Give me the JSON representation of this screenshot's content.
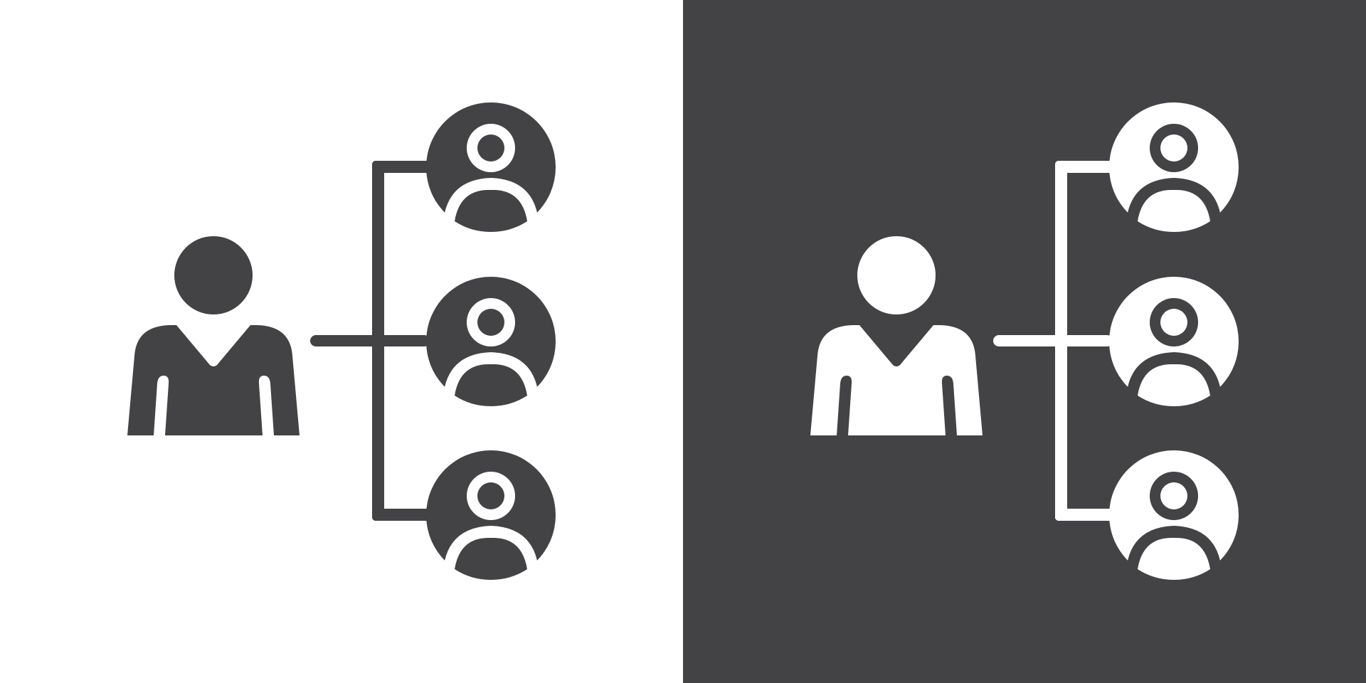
{
  "colors": {
    "dark": "#434345",
    "light": "#ffffff"
  },
  "panels": [
    {
      "variant": "light-background",
      "background": "#ffffff",
      "icon_color": "#434345",
      "icon": "team-hierarchy-icon"
    },
    {
      "variant": "dark-background",
      "background": "#434345",
      "icon_color": "#ffffff",
      "icon": "team-hierarchy-icon"
    }
  ],
  "hierarchy": {
    "leader_icon": "person-icon",
    "member_icon": "user-circle-icon",
    "member_count": 3
  }
}
